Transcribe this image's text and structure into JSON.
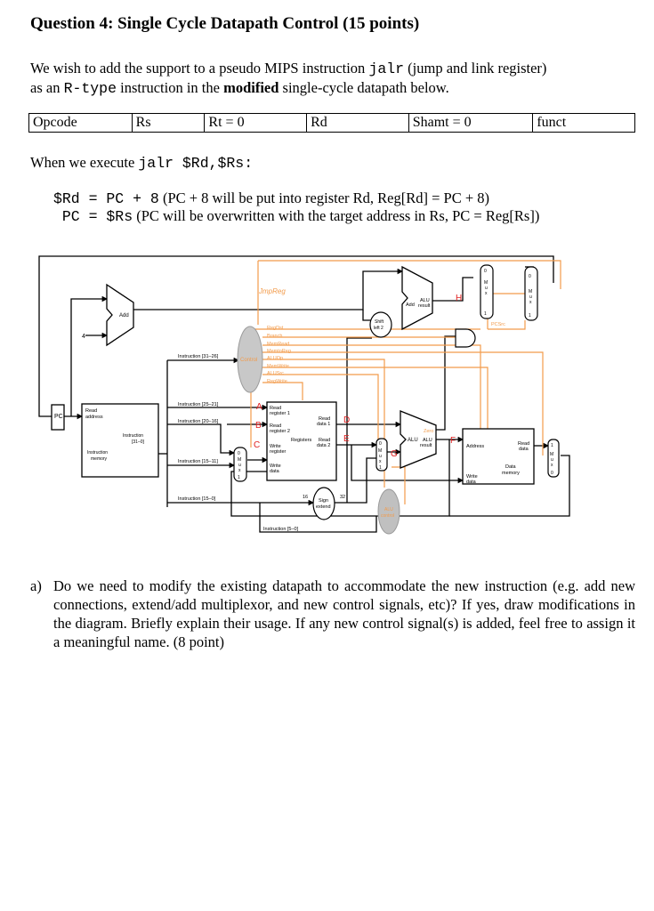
{
  "title": "Question 4: Single Cycle Datapath Control (15 points)",
  "intro": {
    "line1_pre": "We wish to add the support to a pseudo MIPS instruction ",
    "line1_code": "jalr",
    "line1_post": " (jump and link register)",
    "line2_pre": "as an ",
    "line2_code": "R-type",
    "line2_mid": " instruction in the ",
    "line2_bold": "modified",
    "line2_post": " single-cycle datapath below."
  },
  "format_fields": [
    "Opcode",
    "Rs",
    "Rt = 0",
    "Rd",
    "Shamt = 0",
    "funct"
  ],
  "execute": {
    "pre": "When we execute ",
    "code": "jalr $Rd,$Rs:"
  },
  "equations": [
    {
      "code": "$Rd = PC + 8",
      "text": " (PC + 8 will be put into register Rd, Reg[Rd] = PC + 8)"
    },
    {
      "code": " PC = $Rs",
      "text": " (PC will be overwritten with the target address in Rs, PC = Reg[Rs])"
    }
  ],
  "diagram": {
    "jmpreg": "JmpReg",
    "letters": [
      "A",
      "B",
      "C",
      "D",
      "E",
      "F",
      "G",
      "H"
    ],
    "control_signals": [
      "RegDst",
      "Branch",
      "MemRead",
      "MemtoReg",
      "ALUOp",
      "MemWrite",
      "ALUSrc",
      "RegWrite"
    ],
    "control": "Control",
    "pc": "PC",
    "add": "Add",
    "four": "4",
    "read_address": [
      "Read",
      "address"
    ],
    "instruction_label": [
      "Instruction",
      "[31–0]"
    ],
    "instruction_memory": [
      "Instruction",
      "memory"
    ],
    "instr_31_26": "Instruction [31–26]",
    "instr_25_21": "Instruction [25–21]",
    "instr_20_16": "Instruction [20–16]",
    "instr_15_11": "Instruction [15–11]",
    "instr_15_0": "Instruction [15–0]",
    "instr_5_0": "Instruction [5–0]",
    "regfile": [
      "Read",
      "register 1",
      "Read",
      "register 2",
      "Write",
      "register",
      "Write",
      "data"
    ],
    "registers": "Registers",
    "read_data1": [
      "Read",
      "data 1"
    ],
    "read_data2": [
      "Read",
      "data 2"
    ],
    "shift_left": [
      "Shift",
      "left 2"
    ],
    "alu_result": [
      "ALU",
      "result"
    ],
    "add2": "Add",
    "zero": "Zero",
    "alu": "ALU",
    "alu_result2": [
      "ALU",
      "result"
    ],
    "address": "Address",
    "read_data_mem": [
      "Read",
      "data"
    ],
    "data_memory": [
      "Data",
      "memory"
    ],
    "write_data": [
      "Write",
      "data"
    ],
    "sign_extend": [
      "Sign",
      "extend"
    ],
    "n16": "16",
    "n32": "32",
    "alu_control": [
      "ALU",
      "control"
    ],
    "pcsrc": "PCSrc",
    "mux_letters": [
      "M",
      "u",
      "x"
    ],
    "zero_digit": "0",
    "one_digit": "1"
  },
  "question_a": {
    "label": "a)",
    "text": "Do we need to modify the existing datapath to accommodate the new instruction (e.g. add new connections, extend/add multiplexor, and new control signals, etc)? If yes, draw modifications in the diagram. Briefly explain their usage. If any new control signal(s) is added, feel free to assign it a meaningful name. (8 point)"
  },
  "colors": {
    "orange": "#F29B4B",
    "red": "#E02020",
    "gray": "#B0B0B0"
  }
}
